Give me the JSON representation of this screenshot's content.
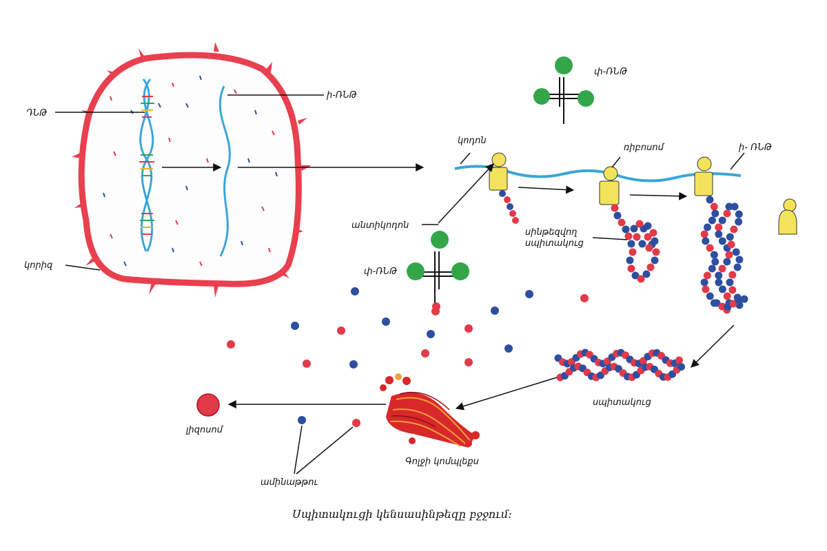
{
  "labels": {
    "dna": "ԴՆԹ",
    "mrna_nucleus": "ի-ՌՆԹ",
    "nucleus": "կորիզ",
    "trna_top": "փ-ՌՆԹ",
    "codon": "կոդոն",
    "ribosome": "ռիբոսոմ",
    "mrna_right": "ի- ՌՆԹ",
    "anticodon": "անտիկոդոն",
    "growing_protein": "սինթեզվող\nսպիտակուց",
    "trna_bottom": "փ-ՌՆԹ",
    "protein": "սպիտակուց",
    "golgi": "Գոլջի կոմպլեքս",
    "lysosome": "լիզոսոմ",
    "amino_acids": "ամինաթթու"
  },
  "caption": "Սպիտակուցի կենսասինթեզը բջջում:",
  "colors": {
    "membrane": "#e8404e",
    "dna_strand": "#3aa6d8",
    "trna": "#33a64a",
    "ribosome": "#f3e35a",
    "amino_red": "#e23a48",
    "amino_blue": "#2d4fa0",
    "golgi": "#d8282a"
  }
}
